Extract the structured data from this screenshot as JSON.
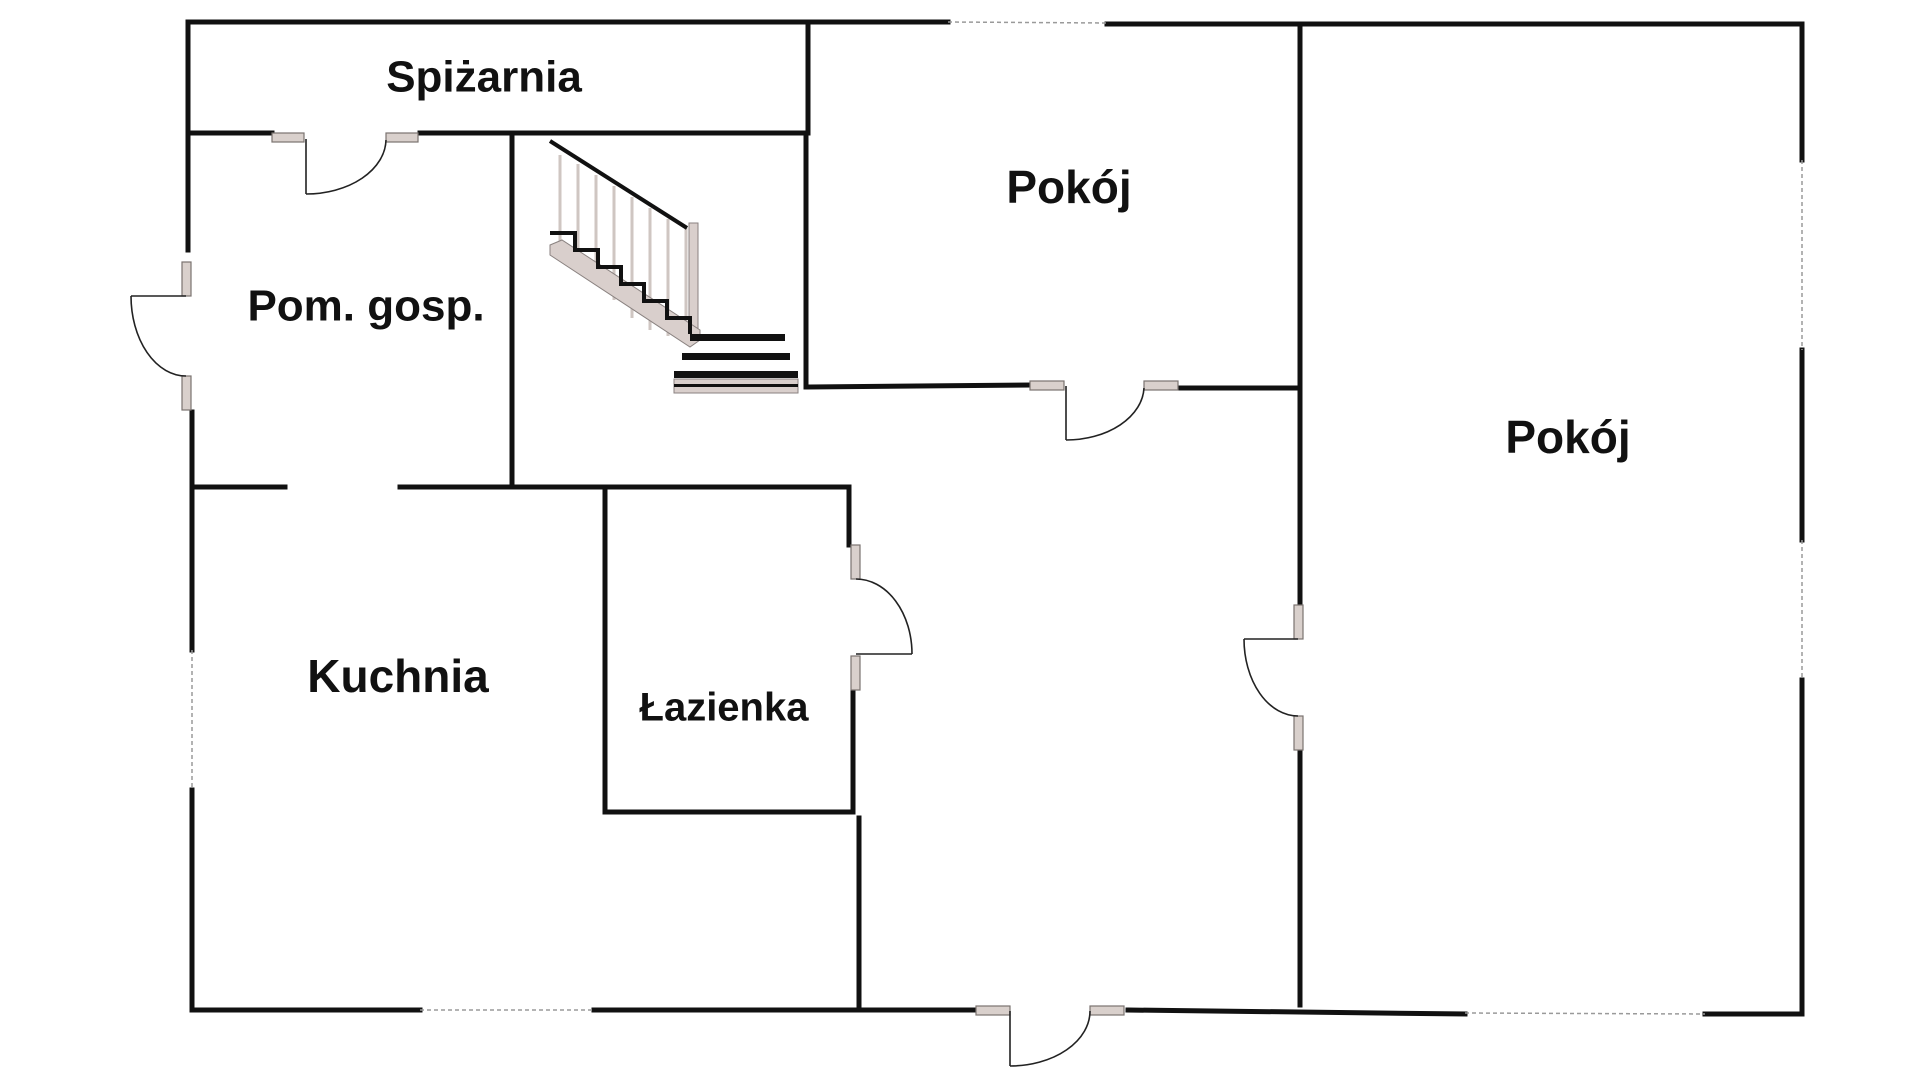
{
  "rooms": {
    "pantry": {
      "label": "Spiżarnia"
    },
    "utility": {
      "label": "Pom. gosp."
    },
    "room_top": {
      "label": "Pokój"
    },
    "room_right": {
      "label": "Pokój"
    },
    "kitchen": {
      "label": "Kuchnia"
    },
    "bathroom": {
      "label": "Łazienka"
    }
  },
  "colors": {
    "wall": "#111111",
    "window": "#9a9a9a",
    "door_jamb": "#d9d0cc",
    "background": "#ffffff"
  }
}
